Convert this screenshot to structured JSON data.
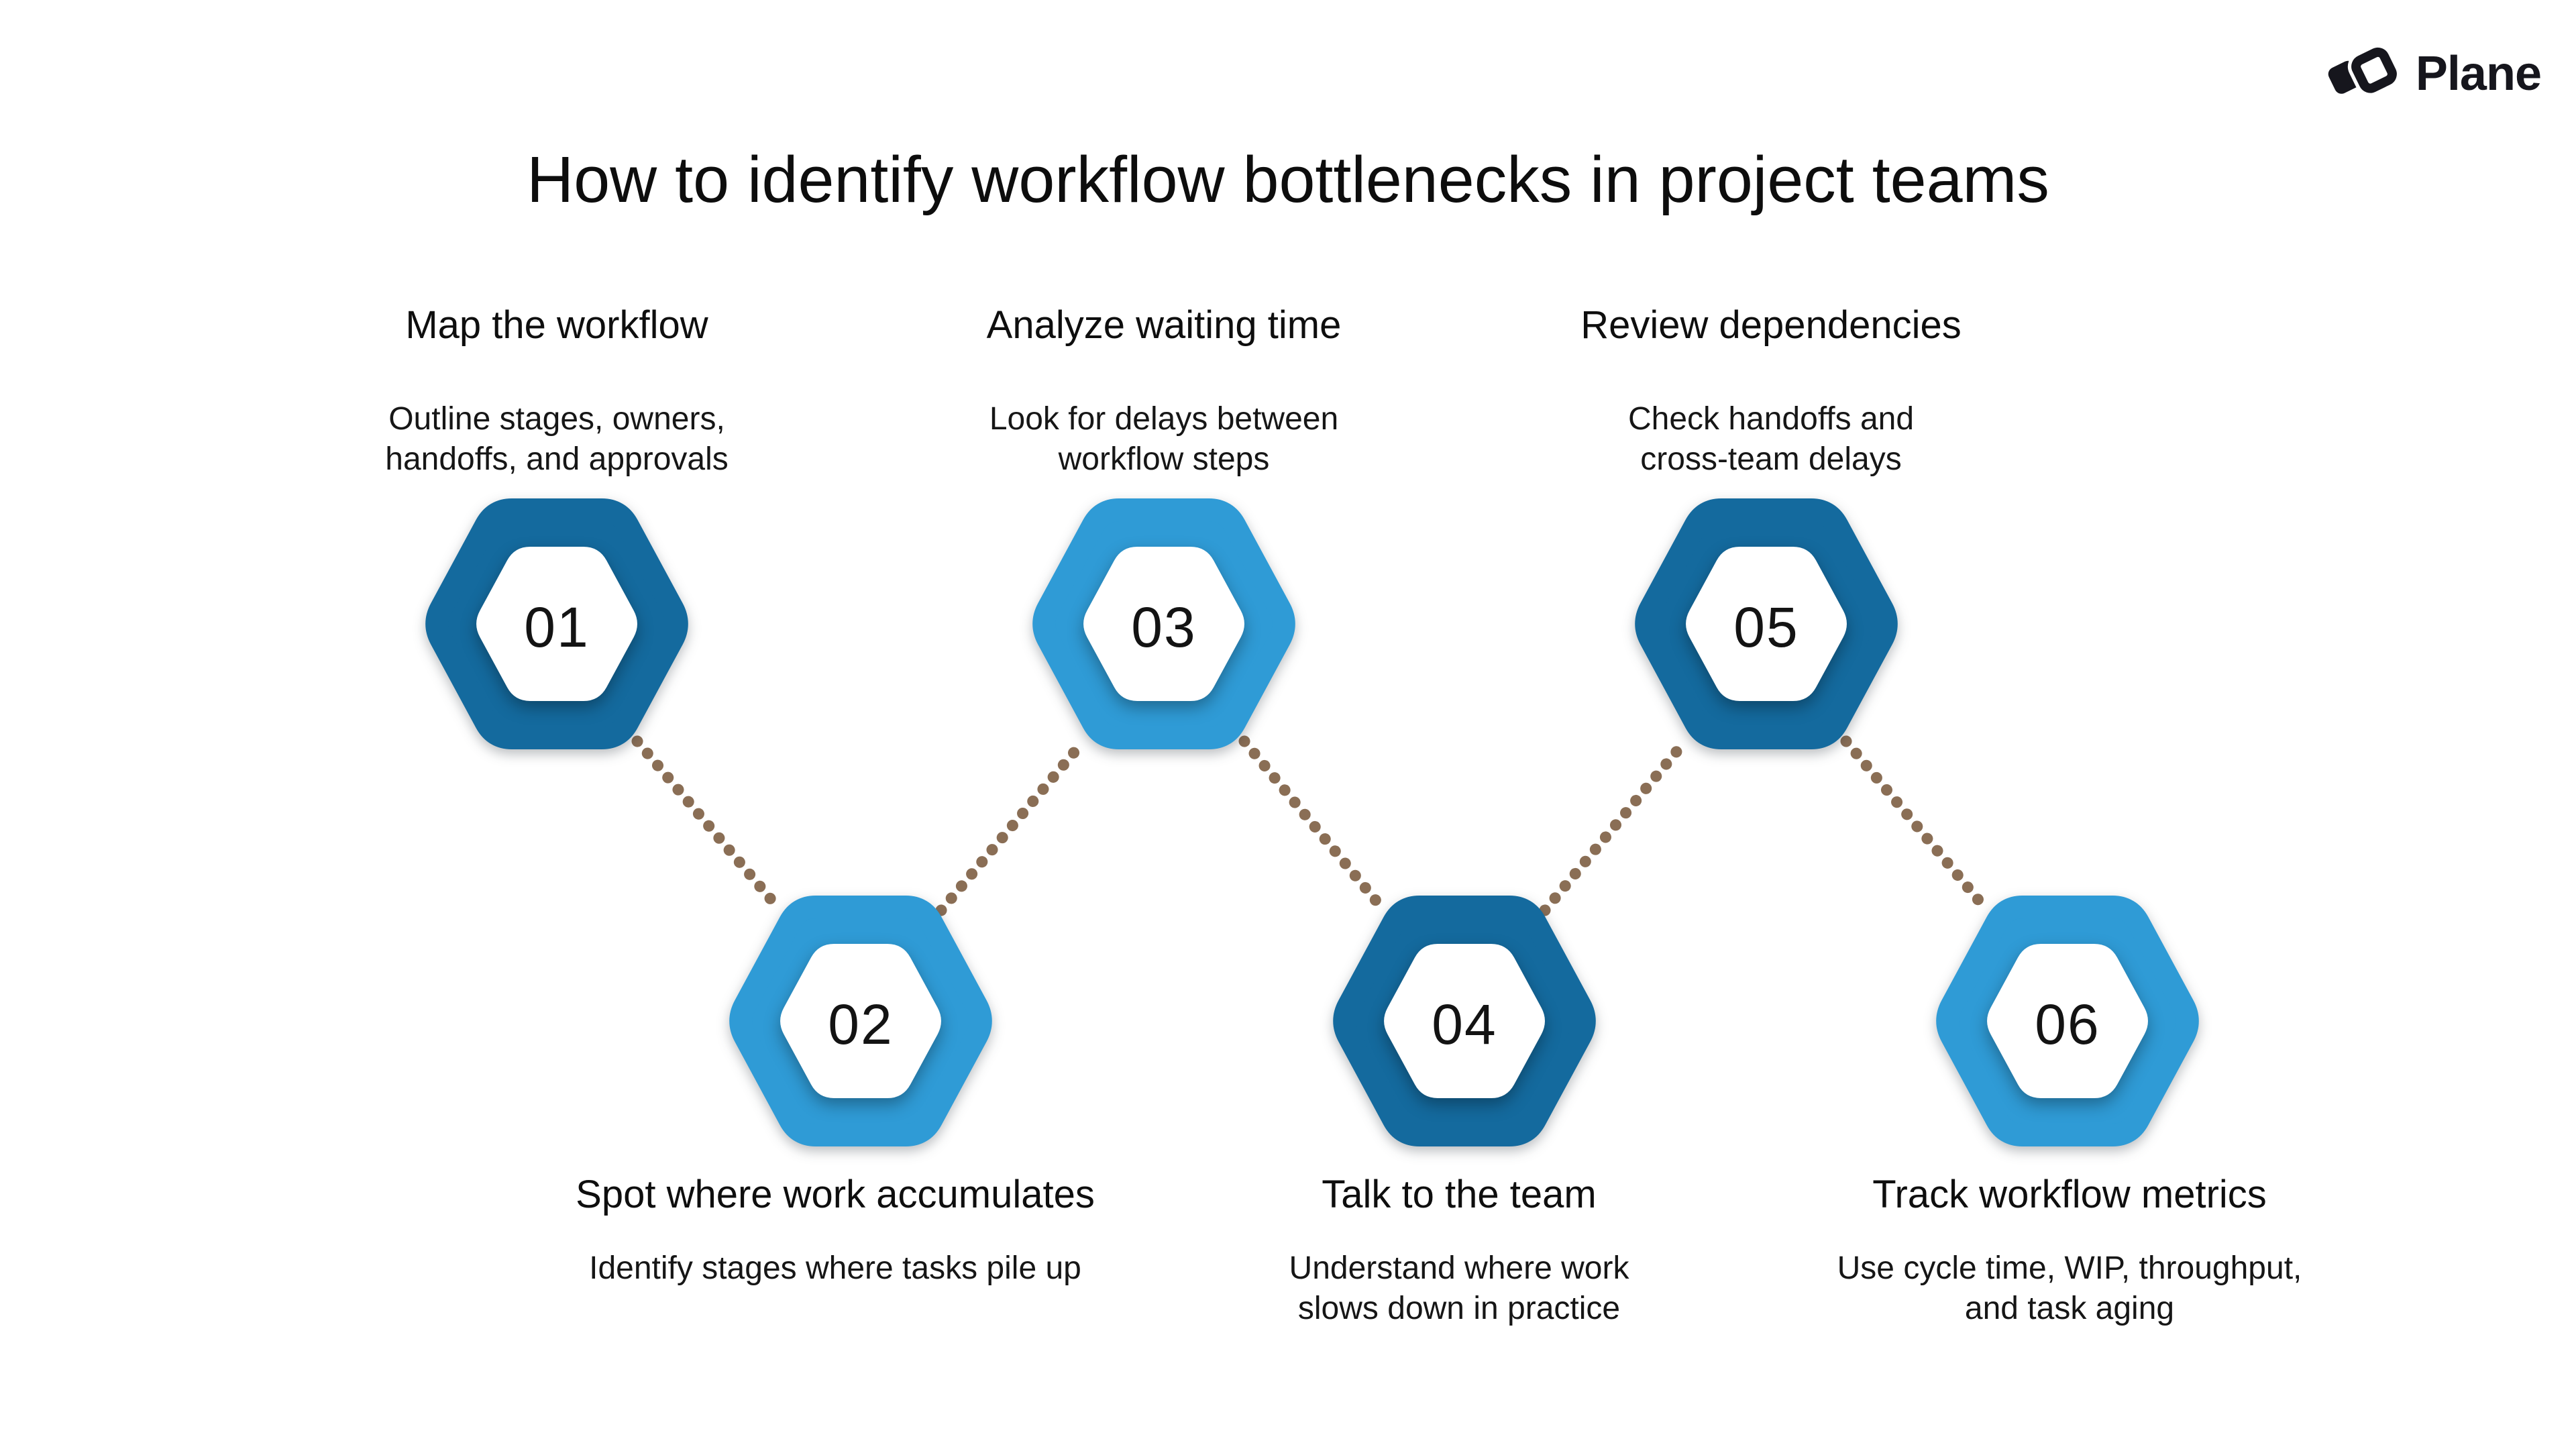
{
  "title": "How to identify workflow bottlenecks in project teams",
  "logo": {
    "brand": "Plane",
    "icon": "plane-logo-icon"
  },
  "colors": {
    "dark_blue": "#146A9E",
    "light_blue": "#2F9BD6",
    "dot_brown": "#8A6E55",
    "text": "#111111",
    "background": "#FFFFFF",
    "logo_black": "#16161D"
  },
  "steps": [
    {
      "number": "01",
      "title": "Map the workflow",
      "description": "Outline stages, owners,\nhandoffs, and approvals",
      "variant": "dark",
      "row": "top"
    },
    {
      "number": "02",
      "title": "Spot where work accumulates",
      "description": "Identify stages where tasks pile up",
      "variant": "light",
      "row": "bottom"
    },
    {
      "number": "03",
      "title": "Analyze waiting time",
      "description": "Look for delays between\nworkflow steps",
      "variant": "light",
      "row": "top"
    },
    {
      "number": "04",
      "title": "Talk to the team",
      "description": "Understand where work\nslows down in practice",
      "variant": "dark",
      "row": "bottom"
    },
    {
      "number": "05",
      "title": "Review dependencies",
      "description": "Check handoffs and\ncross-team delays",
      "variant": "dark",
      "row": "top"
    },
    {
      "number": "06",
      "title": "Track workflow metrics",
      "description": "Use cycle time, WIP, throughput,\nand task aging",
      "variant": "light",
      "row": "bottom"
    }
  ]
}
